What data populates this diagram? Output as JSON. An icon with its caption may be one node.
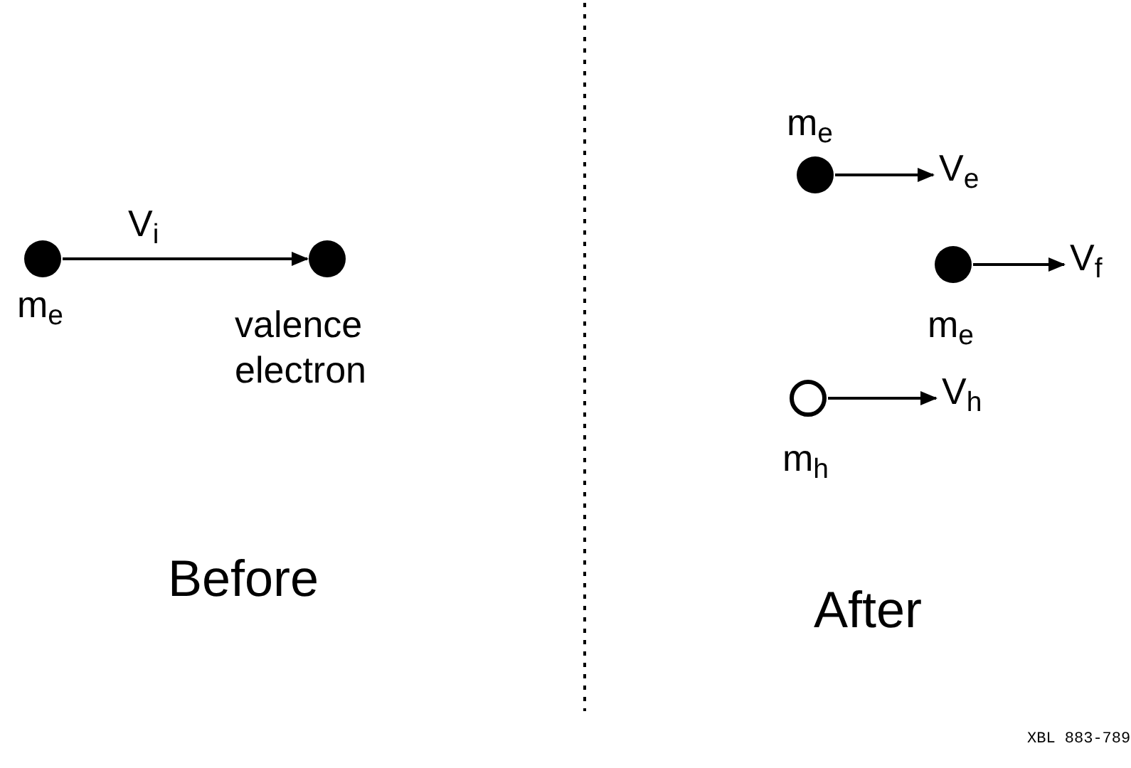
{
  "diagram": {
    "nodes": [
      {
        "text": [],
        "shape": "dot",
        "beside": [
          "m$_{e}$"
        ]
      },
      {
        "text": [],
        "shape": "dot",
        "beside": [
          "valence electron"
        ]
      },
      {
        "text": [],
        "shape": "dot",
        "beside": [
          "m$_{e}$"
        ]
      },
      {
        "text": [
          "V$_{e}$"
        ]
      },
      {
        "text": [],
        "shape": "dot",
        "beside": [
          "m$_{e}$"
        ]
      },
      {
        "text": [
          "V$_{f}$"
        ]
      },
      {
        "text": [],
        "shape": "circle",
        "beside": [
          "m$_{h}$"
        ]
      },
      {
        "text": [
          "V$_{h}$"
        ]
      }
    ],
    "edges": [
      {
        "from": 0,
        "to": 1,
        "arrow": "to",
        "label": "V$_{i}$"
      },
      {
        "from": 2,
        "to": 3,
        "arrow": "to"
      },
      {
        "from": 4,
        "to": 5,
        "arrow": "to"
      },
      {
        "from": 6,
        "to": 7,
        "arrow": "to"
      }
    ],
    "labels": [
      "Before",
      "After",
      "XBL 883-789"
    ]
  }
}
